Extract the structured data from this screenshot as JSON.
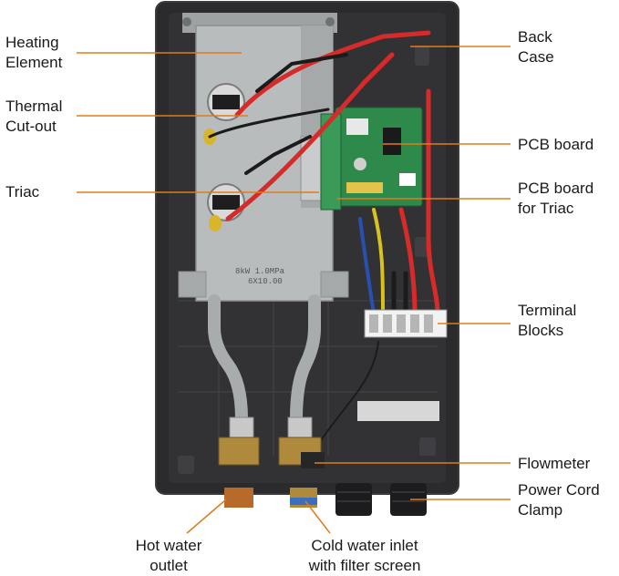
{
  "colors": {
    "leader": "#e07b1f",
    "case": "#2b2b2d",
    "case_edge": "#3b3b3e",
    "plate": "#b9bcbd",
    "wire_red": "#d52b2b",
    "wire_black": "#1b1b1b",
    "wire_yellow": "#d8c21e",
    "wire_blue": "#2850b0",
    "pcb": "#2e8a4a",
    "brass": "#b08a3c",
    "terminal": "#f2f2f2"
  },
  "labels": {
    "heating_element": [
      "Heating",
      "Element"
    ],
    "thermal_cutout": [
      "Thermal",
      "Cut-out"
    ],
    "triac": [
      "Triac"
    ],
    "back_case": [
      "Back",
      "Case"
    ],
    "pcb_board": [
      "PCB board"
    ],
    "pcb_board_triac": [
      "PCB board",
      "for Triac"
    ],
    "terminal_blocks": [
      "Terminal",
      "Blocks"
    ],
    "flowmeter": [
      "Flowmeter"
    ],
    "power_cord_clamp": [
      "Power Cord",
      "Clamp"
    ],
    "hot_water_outlet": [
      "Hot water",
      "outlet"
    ],
    "cold_water_inlet": [
      "Cold water inlet",
      "with filter screen"
    ]
  },
  "plate_text": [
    "8kW 1.0MPa",
    "6X10.00"
  ]
}
